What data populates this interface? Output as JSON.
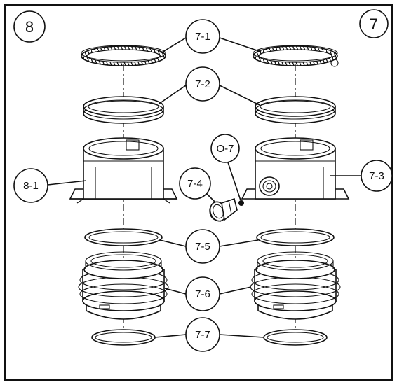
{
  "labels": {
    "panel_left": "8",
    "panel_right": "7",
    "c_7_1": "7-1",
    "c_7_2": "7-2",
    "c_o_7": "O-7",
    "c_8_1": "8-1",
    "c_7_4": "7-4",
    "c_7_3": "7-3",
    "c_7_5": "7-5",
    "c_7_6": "7-6",
    "c_7_7": "7-7"
  }
}
